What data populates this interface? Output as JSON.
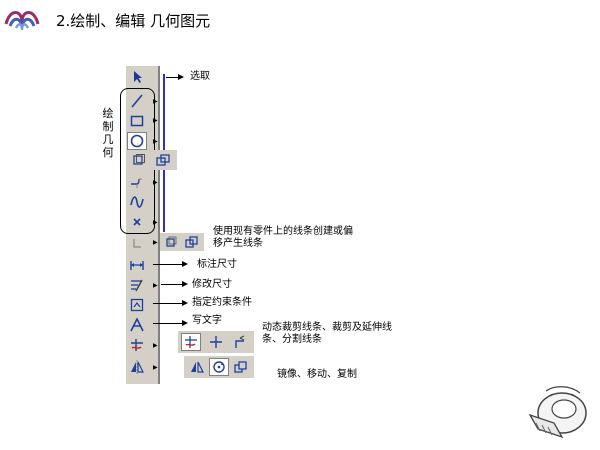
{
  "title": "2.绘制、编辑  几何图元",
  "group_label": [
    "绘",
    "制",
    "几",
    "何"
  ],
  "callouts": {
    "select": "选取",
    "use_existing_line1": "使用现有零件上的线条创建或偏",
    "use_existing_line2": "移产生线条",
    "dimension": "标注尺寸",
    "modify_dim": "修改尺寸",
    "constraint": "指定约束条件",
    "text": "写文字",
    "trim_line1": "动态裁剪线条、裁剪及延伸线",
    "trim_line2": "条、分割线条",
    "mirror": "镜像、移动、复制"
  },
  "icons": [
    "pointer-arrow-icon",
    "line-icon",
    "rectangle-icon",
    "circle-icon",
    "arc-icon",
    "spline-icon",
    "point-icon",
    "use-edge-icon",
    "dimension-icon",
    "modify-icon",
    "constraint-icon",
    "text-icon",
    "trim-icon",
    "mirror-icon",
    "mouse-icon"
  ],
  "colors": {
    "toolbar_bg": "#d4d0c8",
    "rail": "#2f2fc8",
    "icon_blue": "#1f3f9f"
  }
}
